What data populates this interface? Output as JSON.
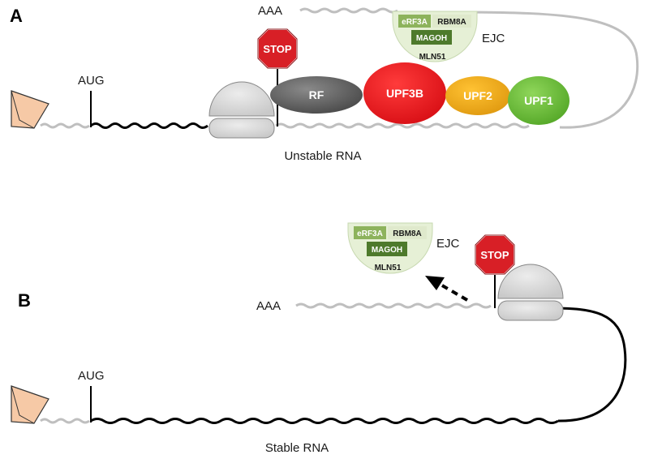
{
  "figure": {
    "panels": [
      {
        "id": "A",
        "label": "A",
        "cap_label": "AAA",
        "start_codon": "AUG",
        "stop_sign": "STOP",
        "factors": [
          {
            "label": "RF",
            "color": "#595959"
          },
          {
            "label": "UPF3B",
            "color": "#e8141b"
          },
          {
            "label": "UPF2",
            "color": "#f0a81a"
          },
          {
            "label": "UPF1",
            "color": "#6cb93a"
          }
        ],
        "ejc": {
          "label": "EJC",
          "boxes": [
            "eRF3A",
            "RBM8A",
            "MAGOH",
            "MLN51"
          ]
        },
        "caption": "Unstable RNA"
      },
      {
        "id": "B",
        "label": "B",
        "cap_label": "AAA",
        "start_codon": "AUG",
        "stop_sign": "STOP",
        "ejc": {
          "label": "EJC",
          "boxes": [
            "eRF3A",
            "RBM8A",
            "MAGOH",
            "MLN51"
          ]
        },
        "caption": "Stable RNA"
      }
    ],
    "colors": {
      "stop_red": "#d81f26",
      "ejc_bg": "#e6f0d6",
      "ejc_box_light": "#8db35c",
      "ejc_box_dark": "#4e7a2c",
      "ribosome_gray": "#d9d9d9",
      "mrna_gray": "#bfbfbf",
      "mrna_black": "#000000"
    }
  }
}
